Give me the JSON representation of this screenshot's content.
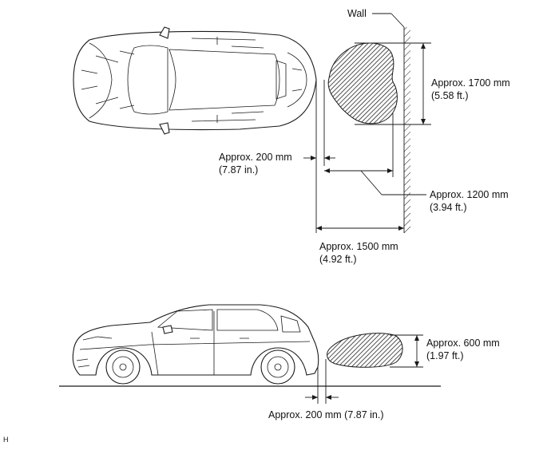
{
  "labels": {
    "wall": "Wall",
    "width_height_1700_mm": "Approx. 1700 mm",
    "width_height_1700_ft": "(5.58 ft.)",
    "gap_200_mm": "Approx. 200 mm",
    "gap_200_in": "(7.87 in.)",
    "depth_1200_mm": "Approx. 1200 mm",
    "depth_1200_ft": "(3.94 ft.)",
    "depth_1500_mm": "Approx. 1500 mm",
    "depth_1500_ft": "(4.92 ft.)",
    "height_600_mm": "Approx. 600 mm",
    "height_600_ft": "(1.97 ft.)",
    "side_gap_200": "Approx. 200 mm (7.87 in.)",
    "corner_mark": "H"
  },
  "colors": {
    "line": "#1a1a1a",
    "background": "#ffffff"
  }
}
